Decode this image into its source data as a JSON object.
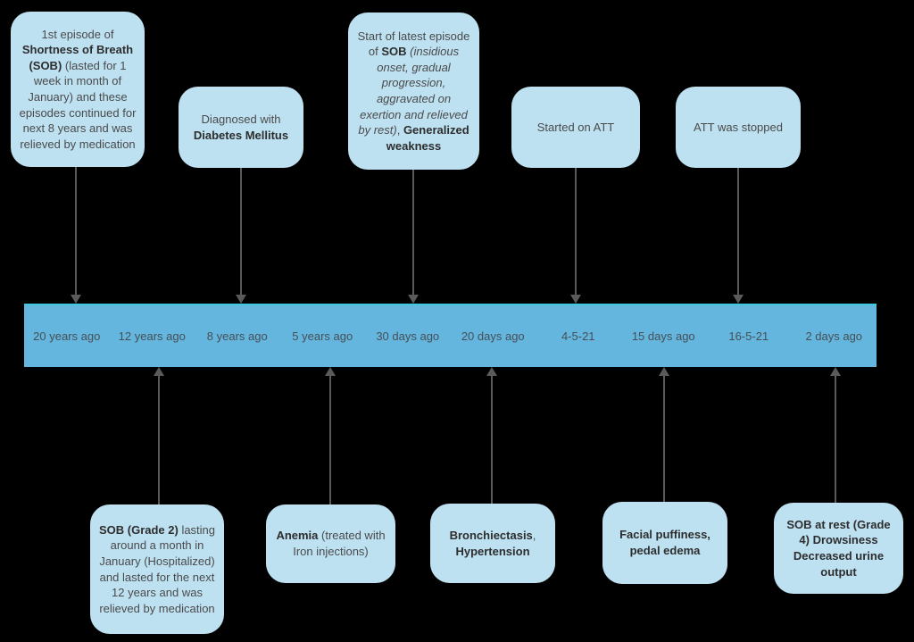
{
  "colors": {
    "background": "#000000",
    "box_fill": "#bee1f2",
    "bar_fill": "#64b6de",
    "bar_top_line": "#3fc8dd",
    "arrow": "#5a5a5a",
    "bar_text": "#474f56",
    "box_text": "#4a4a4a",
    "box_text_bold": "#2d2d2d"
  },
  "timeline": {
    "labels": [
      "20 years ago",
      "12 years ago",
      "8 years ago",
      "5 years ago",
      "30 days ago",
      "20 days ago",
      "4-5-21",
      "15 days ago",
      "16-5-21",
      "2 days ago"
    ]
  },
  "top_events": [
    {
      "segments": [
        {
          "t": "1st episode of "
        },
        {
          "t": "Shortness of Breath (SOB)"
        },
        {
          "t": " (lasted for 1 week in month of January) and these episodes continued for next 8 years and was relieved by medication"
        }
      ]
    },
    {
      "segments": [
        {
          "t": "Diagnosed with "
        },
        {
          "t": "Diabetes Mellitus"
        }
      ]
    },
    {
      "segments": [
        {
          "t": "Start of latest episode of "
        },
        {
          "t": "SOB"
        },
        {
          "t": " "
        },
        {
          "t": "(insidious onset, gradual progression, aggravated on exertion and relieved by rest)"
        },
        {
          "t": ", "
        },
        {
          "t": "Generalized weakness"
        }
      ]
    },
    {
      "segments": [
        {
          "t": "Started on ATT"
        }
      ]
    },
    {
      "segments": [
        {
          "t": "ATT was stopped"
        }
      ]
    }
  ],
  "bottom_events": [
    {
      "segments": [
        {
          "t": "SOB (Grade 2)"
        },
        {
          "t": " lasting around a month in January (Hospitalized) and lasted for the next 12 years and was relieved by medication"
        }
      ]
    },
    {
      "segments": [
        {
          "t": "Anemia"
        },
        {
          "t": " (treated with Iron injections)"
        }
      ]
    },
    {
      "segments": [
        {
          "t": "Bronchiectasis"
        },
        {
          "t": ", "
        },
        {
          "t": "Hypertension"
        }
      ]
    },
    {
      "segments": [
        {
          "t": "Facial puffiness, pedal edema"
        }
      ]
    },
    {
      "segments": [
        {
          "t": "SOB at rest (Grade 4) Drowsiness Decreased urine output"
        }
      ]
    }
  ]
}
